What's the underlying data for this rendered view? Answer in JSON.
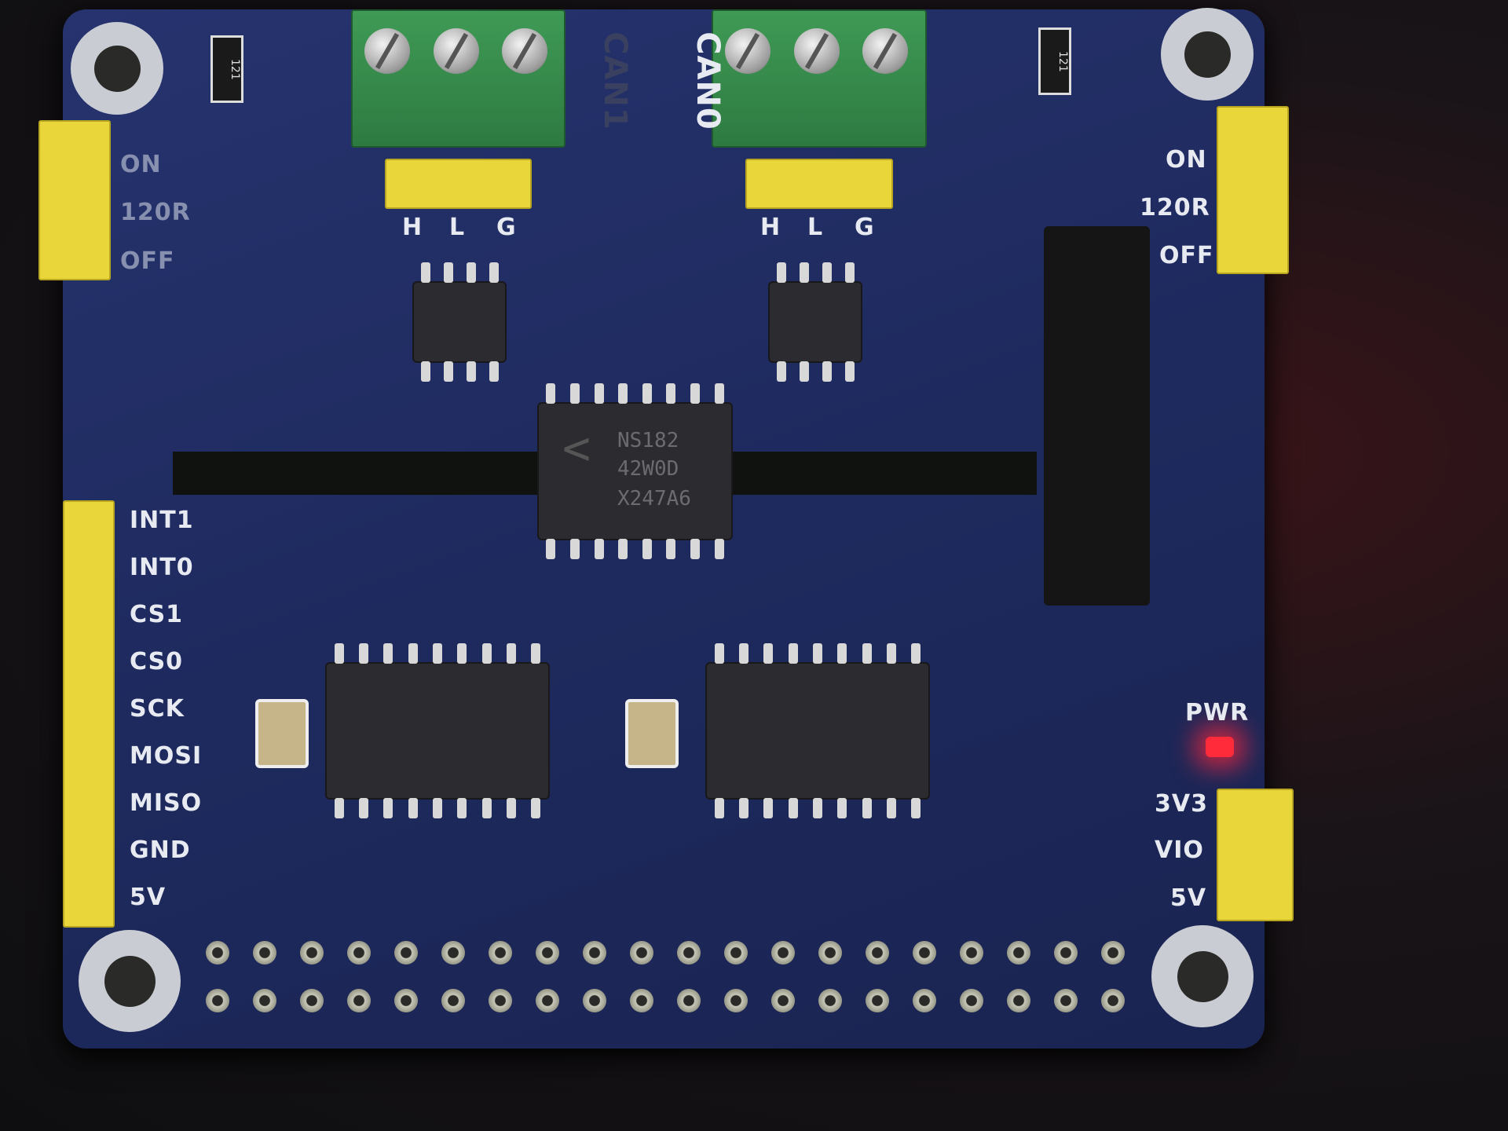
{
  "board": {
    "can_labels": [
      "CAN1",
      "CAN0"
    ],
    "can_pin_labels": [
      "H",
      "L",
      "G"
    ],
    "termination_left": [
      "ON",
      "120R",
      "OFF"
    ],
    "termination_right": [
      "ON",
      "120R",
      "OFF"
    ],
    "spi_labels": [
      "INT1",
      "INT0",
      "CS1",
      "CS0",
      "SCK",
      "MOSI",
      "MISO",
      "GND",
      "5V"
    ],
    "power_label": "PWR",
    "voltage_labels": [
      "3V3",
      "VIO",
      "5V"
    ],
    "isolator_marking": [
      "NS182",
      "42W0D",
      "X247A6"
    ],
    "resistor_marking": "121",
    "led_color": "#ff2a3a",
    "pcb_color": "#1e2a5e"
  }
}
